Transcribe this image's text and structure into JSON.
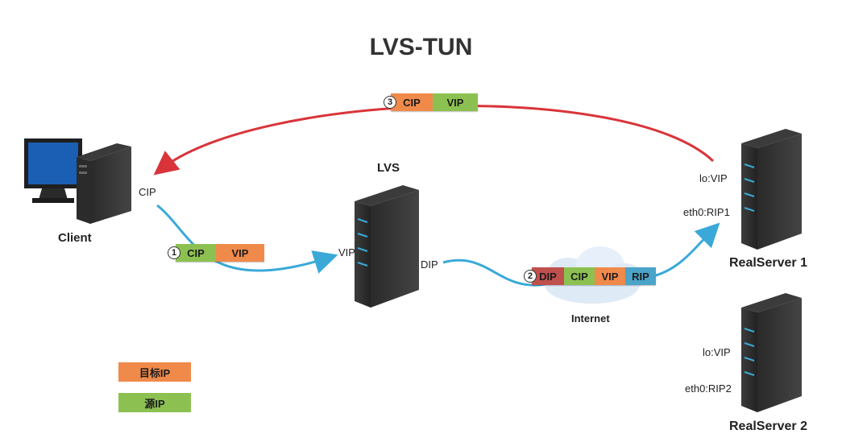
{
  "title": "LVS-TUN",
  "client": {
    "name": "Client",
    "ip": "CIP"
  },
  "lvs": {
    "name": "LVS",
    "vip": "VIP",
    "dip": "DIP"
  },
  "internet": {
    "label": "Internet"
  },
  "rs1": {
    "name": "RealServer 1",
    "lo": "lo:VIP",
    "eth": "eth0:RIP1"
  },
  "rs2": {
    "name": "RealServer 2",
    "lo": "lo:VIP",
    "eth": "eth0:RIP2"
  },
  "packet1": {
    "step": "1",
    "cells": [
      "CIP",
      "VIP"
    ]
  },
  "packet2": {
    "step": "2",
    "cells": [
      "DIP",
      "CIP",
      "VIP",
      "RIP"
    ]
  },
  "packet3": {
    "step": "3",
    "cells": [
      "CIP",
      "VIP"
    ]
  },
  "legend": {
    "dest": "目标IP",
    "src": "源IP"
  },
  "colors": {
    "dest": "#f08a4b",
    "src": "#8cc152",
    "outer_dip": "#c0504d",
    "outer_rip": "#4aa3c8",
    "return_arrow": "#d9343a",
    "flow_arrow": "#3aa9d8"
  }
}
